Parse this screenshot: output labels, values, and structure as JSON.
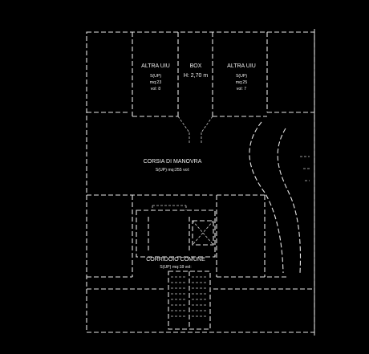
{
  "rooms": {
    "altra_left": {
      "name": "ALTRA UIU",
      "line1": "S(UP)",
      "line2": "mq:23",
      "line3": "vol: 8"
    },
    "box": {
      "name": "BOX",
      "height": "H: 2,70 m"
    },
    "altra_right": {
      "name": "ALTRA UIU",
      "line1": "S(UP)",
      "line2": "mq:25",
      "line3": "vol: 7"
    },
    "corsia": {
      "name": "CORSIA DI MANOVRA",
      "detail": "S(UP) mq:255 vol:"
    },
    "corridoio": {
      "name": "CORRIDOIO COMUNE",
      "detail": "S(UP) mq:18 vol:"
    }
  },
  "colors": {
    "background": "#000000",
    "line": "#e6e6e6"
  }
}
